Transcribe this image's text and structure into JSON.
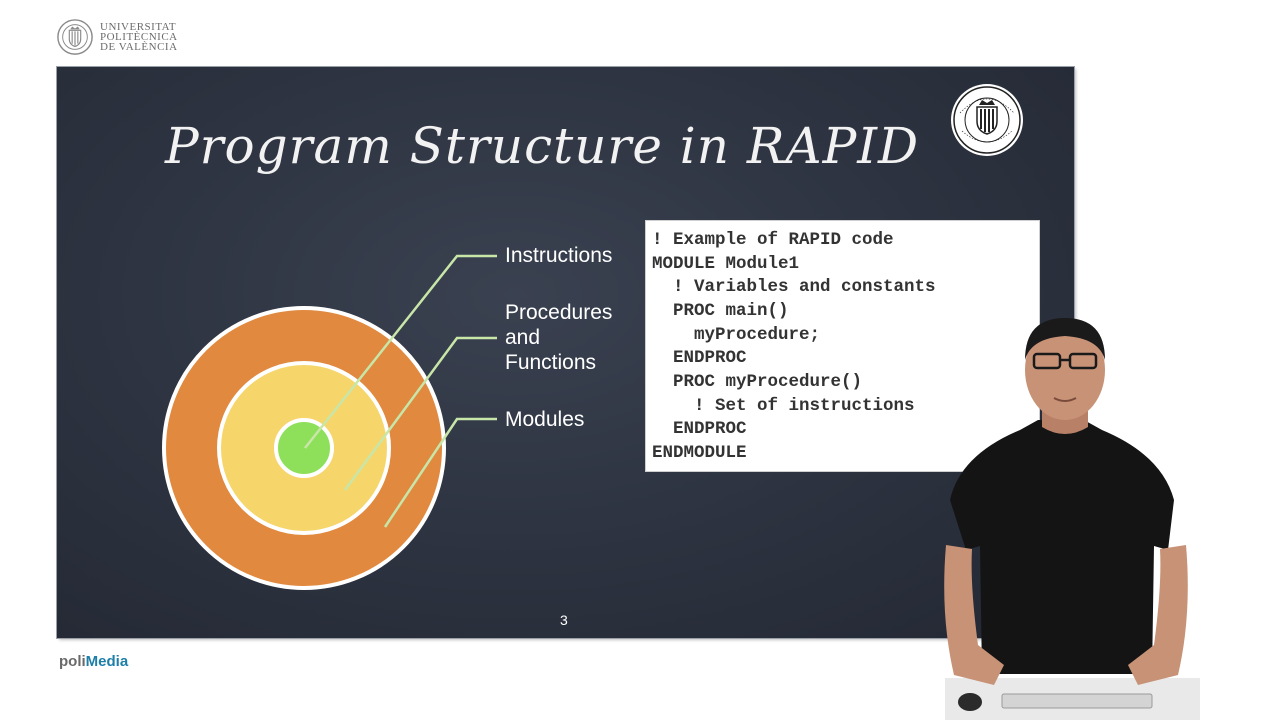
{
  "header": {
    "logo": {
      "icon": "upv-seal-icon",
      "lines": [
        "UNIVERSITAT",
        "POLITÈCNICA",
        "DE VALÈNCIA"
      ]
    }
  },
  "slide": {
    "title": "Program Structure in RAPID",
    "seal_icon": "universidad-politecnica-valencia-seal-icon",
    "diagram": {
      "rings": [
        {
          "name": "Modules",
          "color": "#e0893f"
        },
        {
          "name": "Procedures and Functions",
          "color": "#f6d56b"
        },
        {
          "name": "Instructions",
          "color": "#8ee05a"
        }
      ],
      "labels": {
        "instructions": "Instructions",
        "procedures": "Procedures\nand\nFunctions",
        "modules": "Modules"
      },
      "callout_color": "#c8e6a8"
    },
    "code": [
      "! Example of RAPID code",
      "MODULE Module1",
      "  ! Variables and constants",
      "  PROC main()",
      "    myProcedure;",
      "  ENDPROC",
      "  PROC myProcedure()",
      "    ! Set of instructions",
      "  ENDPROC",
      "ENDMODULE"
    ],
    "page_number": "3"
  },
  "footer": {
    "brand_poli": "poli",
    "brand_media": "Media"
  }
}
